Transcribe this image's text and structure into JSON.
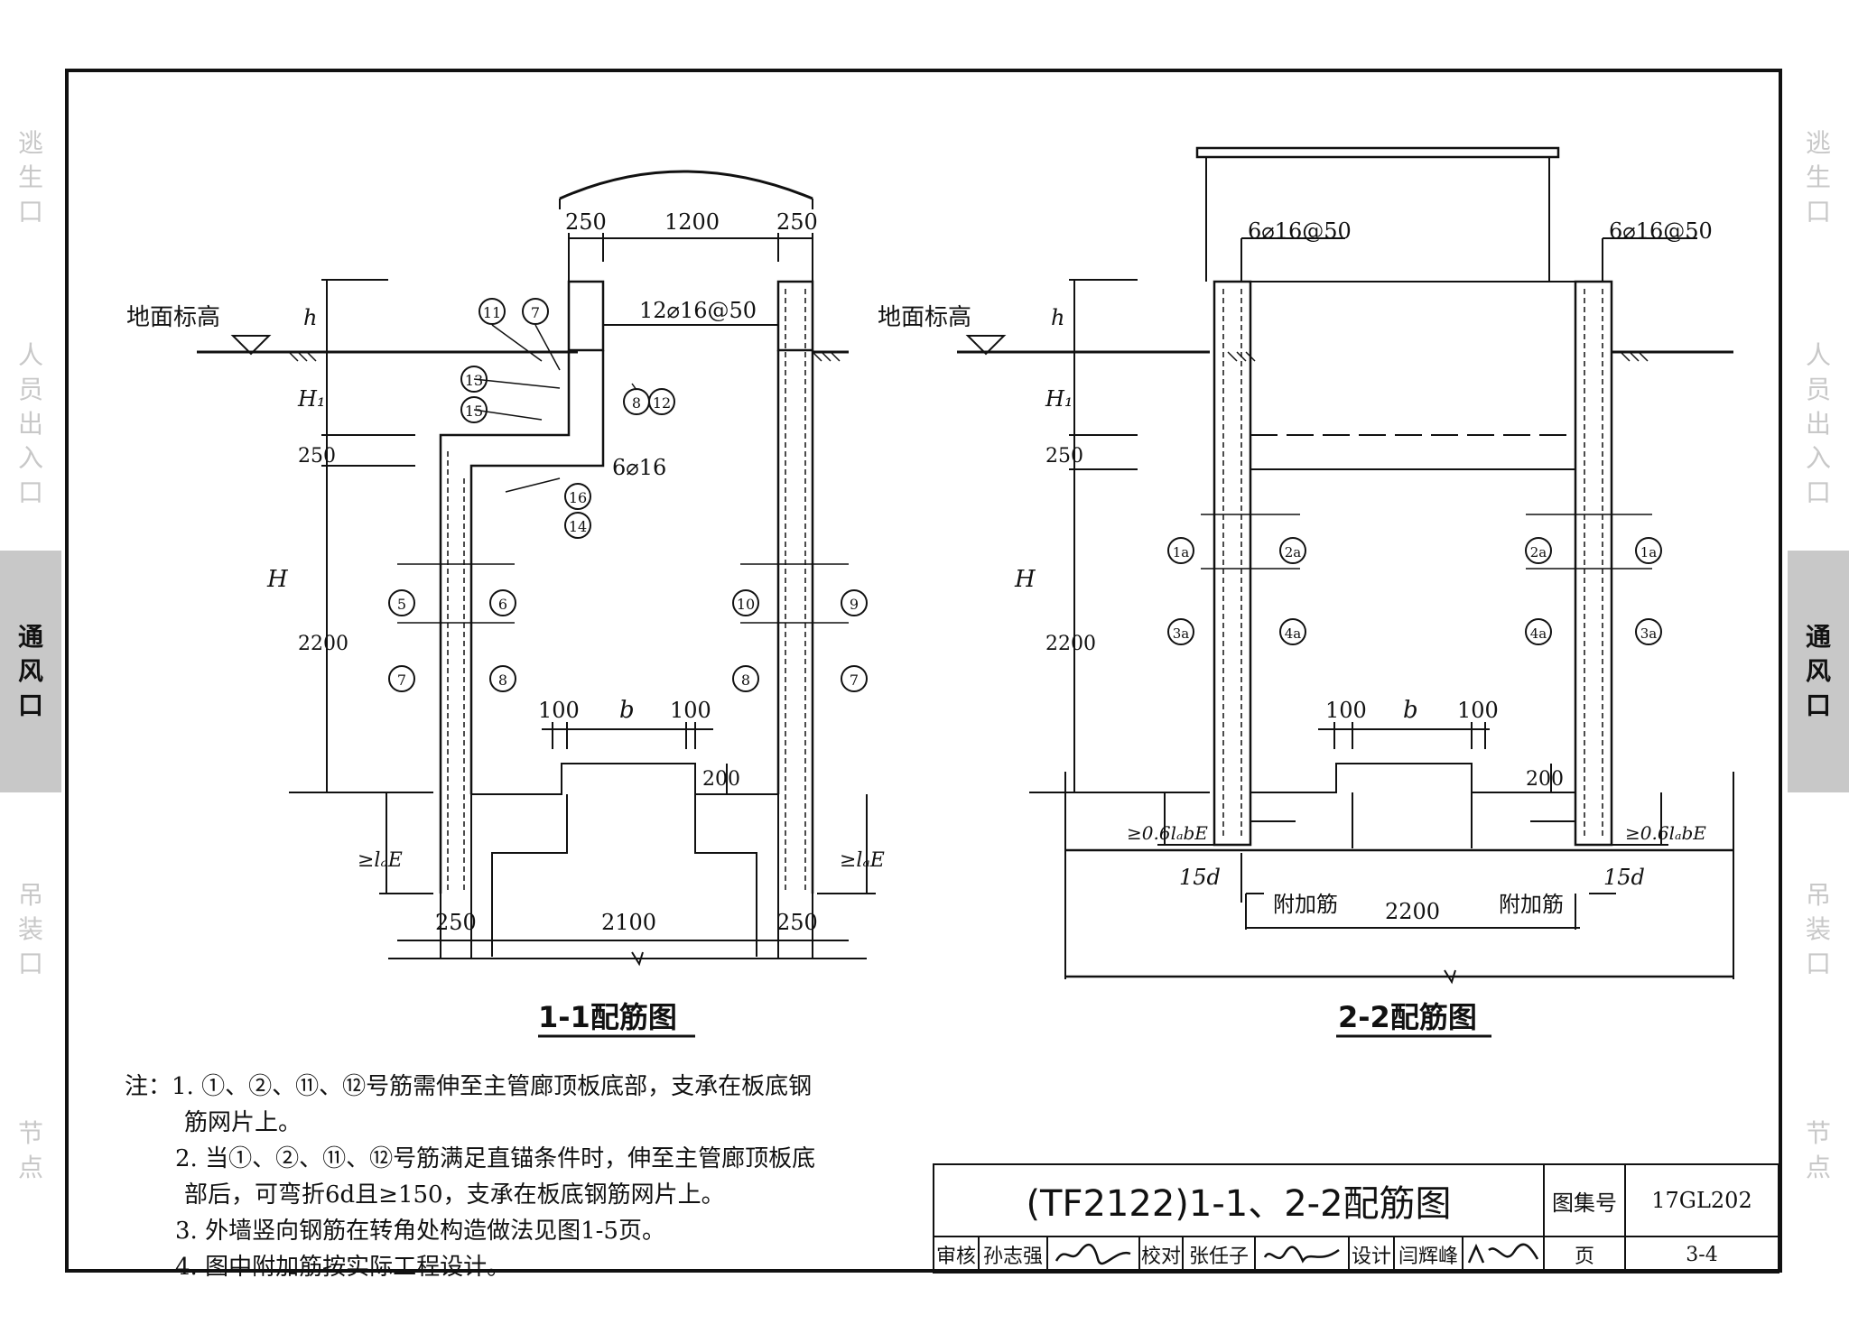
{
  "side_tabs": {
    "left": [
      {
        "label": "逃生口",
        "active": false
      },
      {
        "label": "人员出入口",
        "active": false
      },
      {
        "label": "通风口",
        "active": true
      },
      {
        "label": "吊装口",
        "active": false
      },
      {
        "label": "节点",
        "active": false
      }
    ],
    "right": [
      {
        "label": "逃生口",
        "active": false
      },
      {
        "label": "人员出入口",
        "active": false
      },
      {
        "label": "通风口",
        "active": true
      },
      {
        "label": "吊装口",
        "active": false
      },
      {
        "label": "节点",
        "active": false
      }
    ]
  },
  "d1": {
    "title": "1-1配筋图",
    "ground": "地面标高",
    "dim_top": [
      "250",
      "1200",
      "250"
    ],
    "rebar_top": "12⌀16@50",
    "rebar_mid": "6⌀16",
    "v_h": "h",
    "v_H1": "H₁",
    "v_250": "250",
    "v_H": "H",
    "v_2200": "2200",
    "base_dims": [
      "100",
      "b",
      "100"
    ],
    "dim_200": "200",
    "la": "≥lₐE",
    "bottom_dims": [
      "250",
      "2100",
      "250"
    ],
    "tags": [
      "11",
      "7",
      "13",
      "15",
      "8",
      "12",
      "16",
      "14",
      "5",
      "6",
      "7",
      "8",
      "10",
      "9",
      "8",
      "7"
    ]
  },
  "d2": {
    "title": "2-2配筋图",
    "ground": "地面标高",
    "rebar_left": "6⌀16@50",
    "rebar_right": "6⌀16@50",
    "v_h": "h",
    "v_H1": "H₁",
    "v_250": "250",
    "v_H": "H",
    "v_2200": "2200",
    "base_dims": [
      "100",
      "b",
      "100"
    ],
    "dim_200": "200",
    "la": "≥0.6lₐbE",
    "bottom_15d": "15d",
    "extra": "附加筋",
    "bottom_2200": "2200",
    "tags": [
      "1a",
      "2a",
      "3a",
      "4a",
      "2a",
      "1a",
      "4a",
      "3a"
    ]
  },
  "notes": {
    "lines": [
      "注：1. ①、②、⑪、⑫号筋需伸至主管廊顶板底部，支承在板底钢",
      "筋网片上。",
      "2. 当①、②、⑪、⑫号筋满足直锚条件时，伸至主管廊顶板底",
      "部后，可弯折6d且≥150，支承在板底钢筋网片上。",
      "3. 外墙竖向钢筋在转角处构造做法见图1-5页。",
      "4. 图中附加筋按实际工程设计。"
    ]
  },
  "title_block": {
    "drawing_title": "(TF2122)1-1、2-2配筋图",
    "atlas_label": "图集号",
    "atlas_no": "17GL202",
    "review_label": "审核",
    "reviewer": "孙志强",
    "check_label": "校对",
    "checker": "张任子",
    "design_label": "设计",
    "designer": "闫辉峰",
    "page_label": "页",
    "page_no": "3-4"
  }
}
